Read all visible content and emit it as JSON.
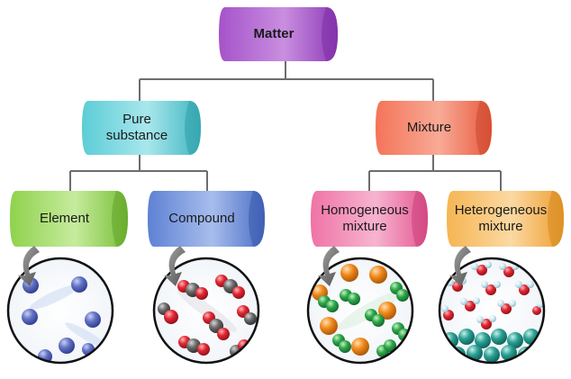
{
  "diagram": {
    "root": {
      "label": "Matter",
      "color": "#a24bc8"
    },
    "pure": {
      "label": "Pure\nsubstance",
      "color": "#52c9d2"
    },
    "mixture": {
      "label": "Mixture",
      "color": "#f26d52"
    },
    "element": {
      "label": "Element",
      "color": "#8ed14a"
    },
    "compound": {
      "label": "Compound",
      "color": "#5b7fd2"
    },
    "homogeneous": {
      "label": "Homogeneous\nmixture",
      "color": "#ef6fa3"
    },
    "heterogeneous": {
      "label": "Heterogeneous\nmixture",
      "color": "#f5b452"
    },
    "line_color": "#6d6d6d"
  }
}
